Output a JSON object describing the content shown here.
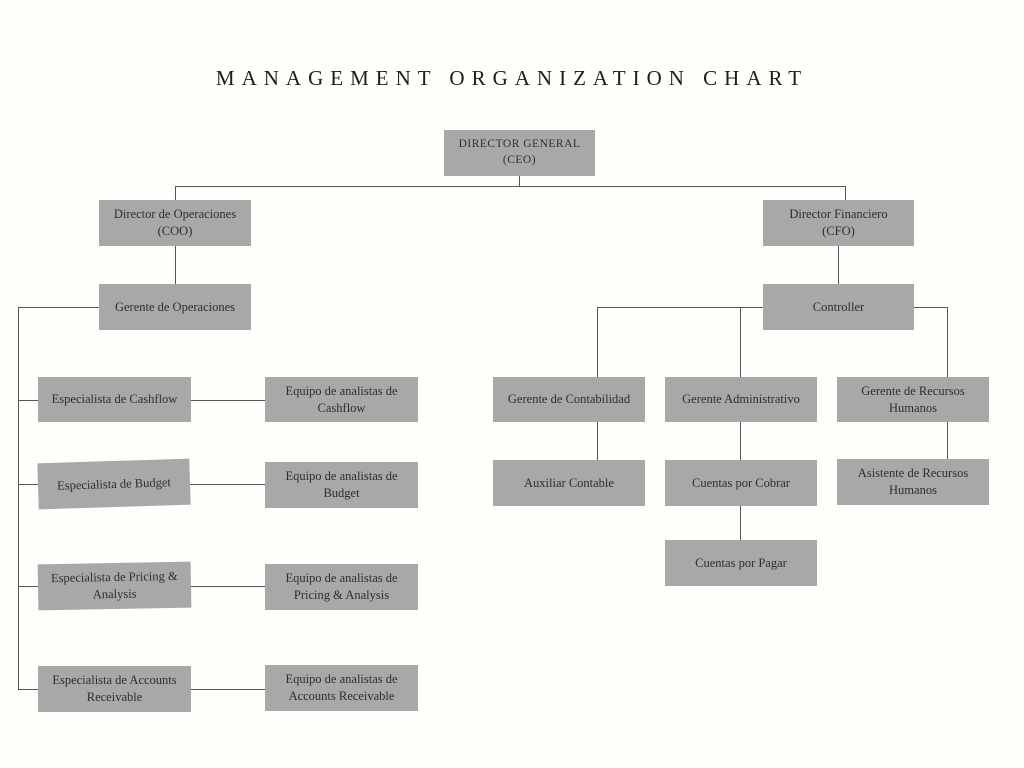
{
  "page": {
    "title": "MANAGEMENT ORGANIZATION CHART"
  },
  "colors": {
    "background": "#fffefb",
    "box_fill": "#a8a8a8",
    "connector": "#555555",
    "title_text": "#1d1d1d",
    "node_text": "#2e2e2e"
  },
  "nodes": {
    "ceo": {
      "label": "DIRECTOR GENERAL",
      "sub": "(CEO)"
    },
    "coo": {
      "label": "Director de Operaciones",
      "sub": "(COO)"
    },
    "cfo": {
      "label": "Director Financiero",
      "sub": "(CFO)"
    },
    "gerente_operaciones": {
      "label": "Gerente de Operaciones"
    },
    "controller": {
      "label": "Controller"
    },
    "especialista_cashflow": {
      "label": "Especialista de Cashflow"
    },
    "equipo_cashflow": {
      "label": "Equipo de analistas de Cashflow"
    },
    "especialista_budget": {
      "label": "Especialista de Budget"
    },
    "equipo_budget": {
      "label": "Equipo de analistas de Budget"
    },
    "especialista_pricing": {
      "label": "Especialista de Pricing & Analysis"
    },
    "equipo_pricing": {
      "label": "Equipo de analistas de Pricing & Analysis"
    },
    "especialista_accounts": {
      "label": "Especialista de Accounts Receivable"
    },
    "equipo_accounts": {
      "label": "Equipo de analistas de Accounts Receivable"
    },
    "gerente_contabilidad": {
      "label": "Gerente de Contabilidad"
    },
    "gerente_administrativo": {
      "label": "Gerente Administrativo"
    },
    "gerente_rrhh": {
      "label": "Gerente de Recursos Humanos"
    },
    "auxiliar_contable": {
      "label": "Auxiliar Contable"
    },
    "cuentas_cobrar": {
      "label": "Cuentas por Cobrar"
    },
    "asistente_rrhh": {
      "label": "Asistente de Recursos Humanos"
    },
    "cuentas_pagar": {
      "label": "Cuentas por Pagar"
    }
  },
  "hierarchy": [
    {
      "parent": "DIRECTOR GENERAL (CEO)",
      "children": [
        "Director de Operaciones (COO)",
        "Director Financiero (CFO)"
      ]
    },
    {
      "parent": "Director de Operaciones (COO)",
      "children": [
        "Gerente de Operaciones"
      ]
    },
    {
      "parent": "Gerente de Operaciones",
      "children": [
        "Especialista de Cashflow",
        "Especialista de Budget",
        "Especialista de Pricing & Analysis",
        "Especialista de Accounts Receivable"
      ]
    },
    {
      "parent": "Especialista de Cashflow",
      "children": [
        "Equipo de analistas de Cashflow"
      ]
    },
    {
      "parent": "Especialista de Budget",
      "children": [
        "Equipo de analistas de Budget"
      ]
    },
    {
      "parent": "Especialista de Pricing & Analysis",
      "children": [
        "Equipo de analistas de Pricing & Analysis"
      ]
    },
    {
      "parent": "Especialista de Accounts Receivable",
      "children": [
        "Equipo de analistas de Accounts Receivable"
      ]
    },
    {
      "parent": "Director Financiero (CFO)",
      "children": [
        "Controller"
      ]
    },
    {
      "parent": "Controller",
      "children": [
        "Gerente de Contabilidad",
        "Gerente Administrativo",
        "Gerente de Recursos Humanos"
      ]
    },
    {
      "parent": "Gerente de Contabilidad",
      "children": [
        "Auxiliar Contable"
      ]
    },
    {
      "parent": "Gerente Administrativo",
      "children": [
        "Cuentas por Cobrar"
      ]
    },
    {
      "parent": "Cuentas por Cobrar",
      "children": [
        "Cuentas por Pagar"
      ]
    },
    {
      "parent": "Gerente de Recursos Humanos",
      "children": [
        "Asistente de Recursos Humanos"
      ]
    }
  ]
}
